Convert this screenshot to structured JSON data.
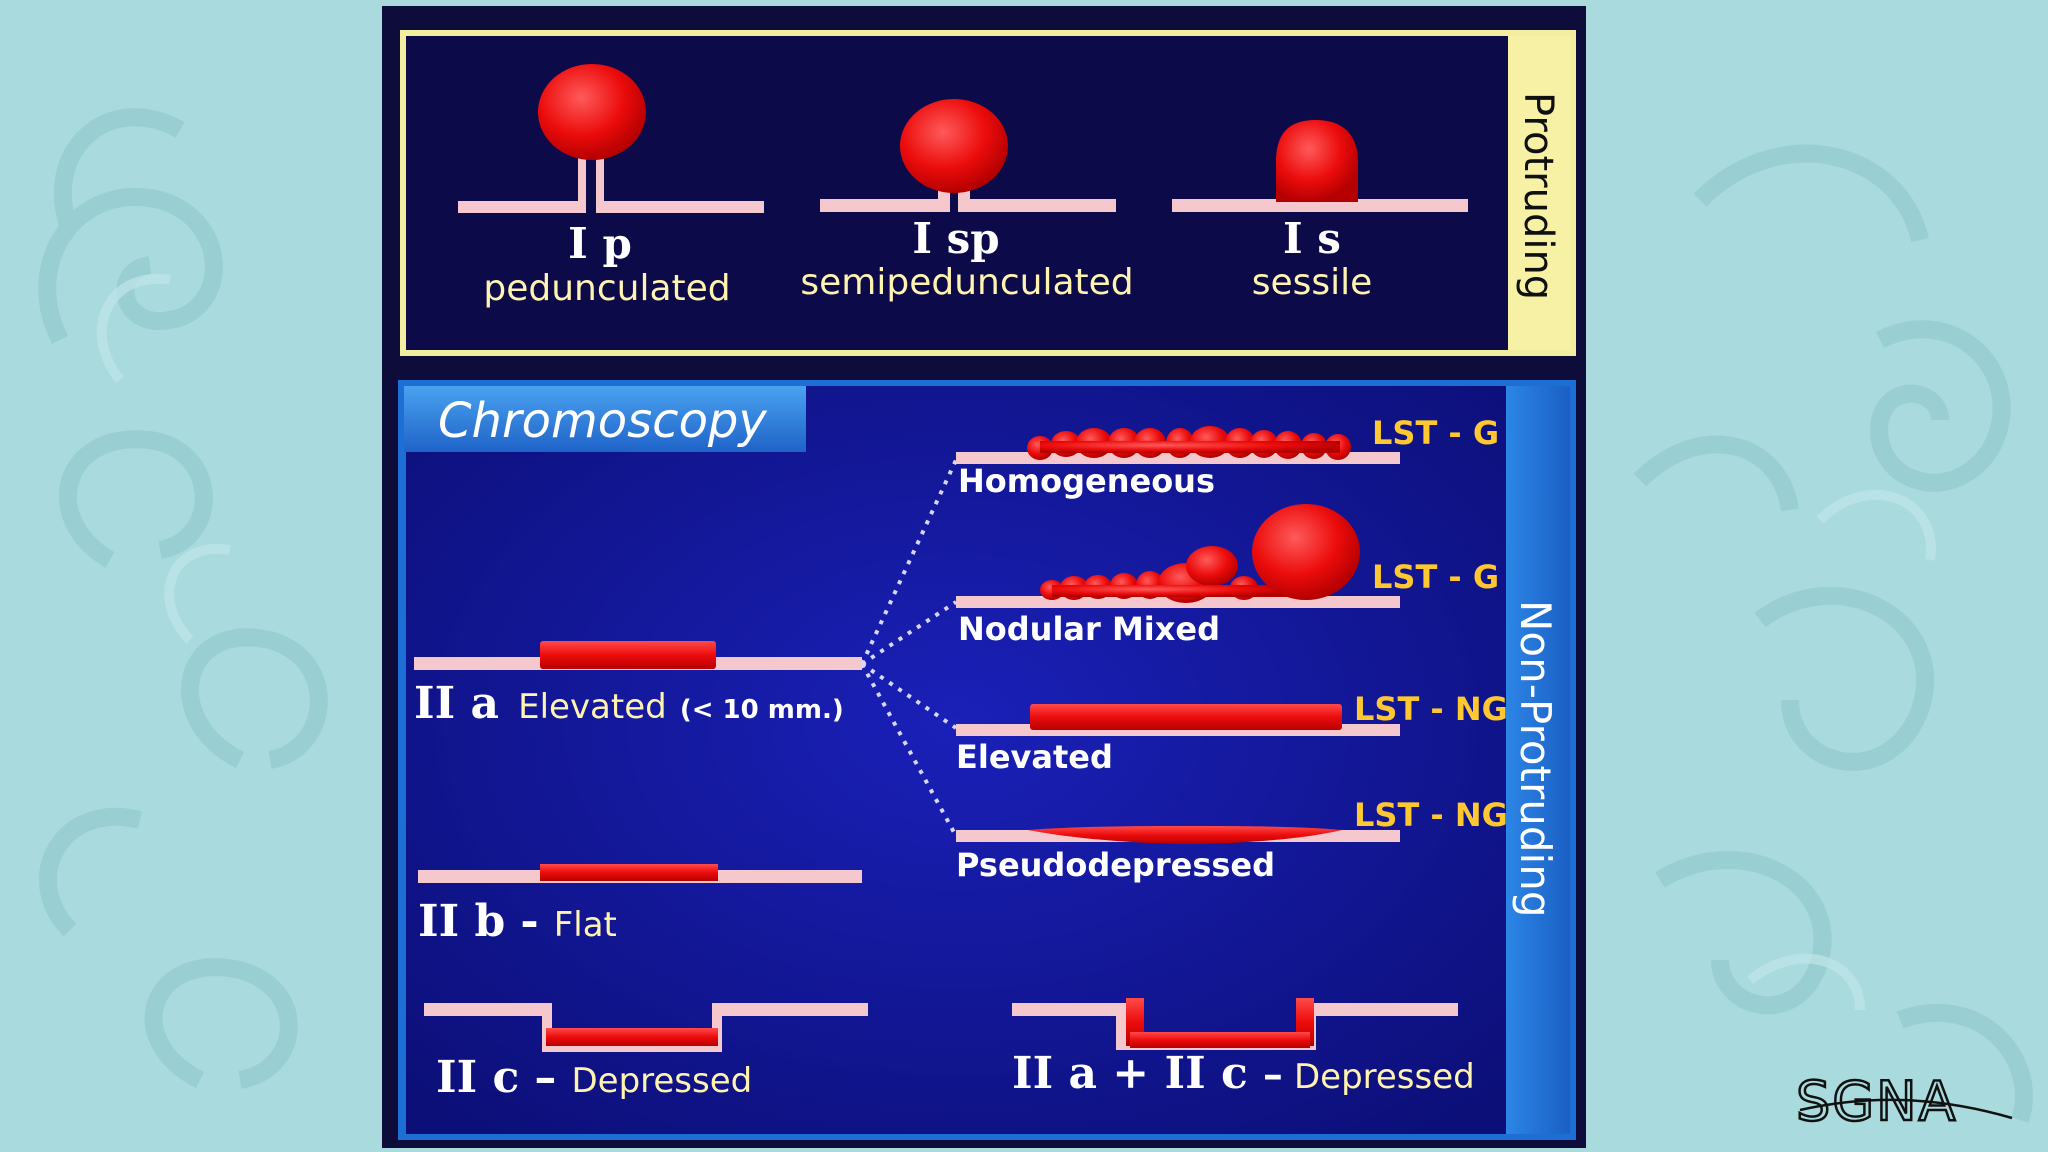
{
  "protruding": {
    "side_label": "Protruding",
    "types": [
      {
        "code": "I p",
        "name": "pedunculated"
      },
      {
        "code": "I sp",
        "name": "semipedunculated"
      },
      {
        "code": "I s",
        "name": "sessile"
      }
    ]
  },
  "non_protruding": {
    "side_label": "Non-Protruding",
    "tab_label": "Chromoscopy",
    "IIa": {
      "code": "II a",
      "name": "Elevated",
      "note": "(< 10 mm.)"
    },
    "IIb": {
      "code": "II b",
      "sep": "-",
      "name": "Flat"
    },
    "IIc": {
      "code": "II c",
      "sep": "–",
      "name": "Depressed"
    },
    "IIaIIc": {
      "code": "II a + II c",
      "sep": "–",
      "name": "Depressed"
    },
    "lst": [
      {
        "name": "Homogeneous",
        "tag": "LST - G"
      },
      {
        "name": "Nodular Mixed",
        "tag": "LST - G"
      },
      {
        "name": "Elevated",
        "tag": "LST - NG"
      },
      {
        "name": "Pseudodepressed",
        "tag": "LST - NG"
      }
    ]
  },
  "logo": "SGNA",
  "colors": {
    "background": "#a9dade",
    "panel": "#0d0b4a",
    "panel_blue": "#10179a",
    "lesion_red": "#ec0c0c",
    "mucosa": "#f4c8cc",
    "protruding_tab": "#f6f1a5",
    "nonprotruding_tab": "#2a74d6",
    "tag_yellow": "#ffc830",
    "label_yellow": "#fff3b0"
  }
}
